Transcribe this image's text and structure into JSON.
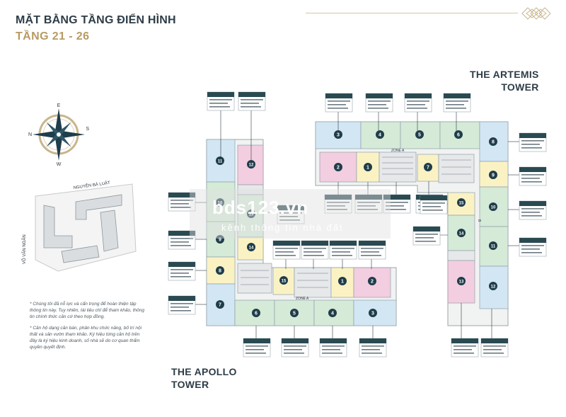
{
  "header": {
    "title": "MẶT BẰNG TẦNG ĐIỂN HÌNH",
    "subtitle": "TẦNG 21 - 26"
  },
  "towers": {
    "artemis": [
      "THE ARTEMIS",
      "TOWER"
    ],
    "apollo": [
      "THE APOLLO",
      "TOWER"
    ]
  },
  "compass": {
    "n": "N",
    "e": "E",
    "s": "S",
    "w": "W"
  },
  "minimap": {
    "street_top": "NGUYỄN BÁ LUẬT",
    "street_left": "VÕ VĂN NGÂN"
  },
  "zones": {
    "artemis": "ZONE A",
    "apollo": "ZONE A"
  },
  "notes": [
    "* Chúng tôi đã nỗ lực và cẩn trọng để hoàn thiện tập thông tin này. Tuy nhiên, tài liệu chỉ để tham khảo, thông tin chính thức căn cứ theo hợp đồng.",
    "* Căn hộ dạng căn bàn, phân khu chức năng, bố trí nội thất và sân vườn tham khảo. Ký hiệu từng căn hộ trên đây là ký hiệu kinh doanh, số nhà sẽ do cơ quan thẩm quyền quyết định."
  ],
  "watermark": {
    "main": "bds123.vn",
    "sub": "kênh thông tin nhà đất"
  },
  "colors": {
    "green": "#d5ead7",
    "blue": "#d3e6f3",
    "yellow": "#fbf2c4",
    "pink": "#f3cde0",
    "dark": "#2a4a52",
    "gold": "#b89a63"
  },
  "units": {
    "artemis": [
      "1",
      "2",
      "3",
      "4",
      "5",
      "6",
      "7",
      "8",
      "9",
      "10",
      "11",
      "12",
      "13",
      "14",
      "15"
    ],
    "apollo": [
      "1",
      "2",
      "3",
      "4",
      "5",
      "6",
      "7",
      "8",
      "9",
      "10",
      "11",
      "12",
      "13",
      "14",
      "15"
    ]
  }
}
